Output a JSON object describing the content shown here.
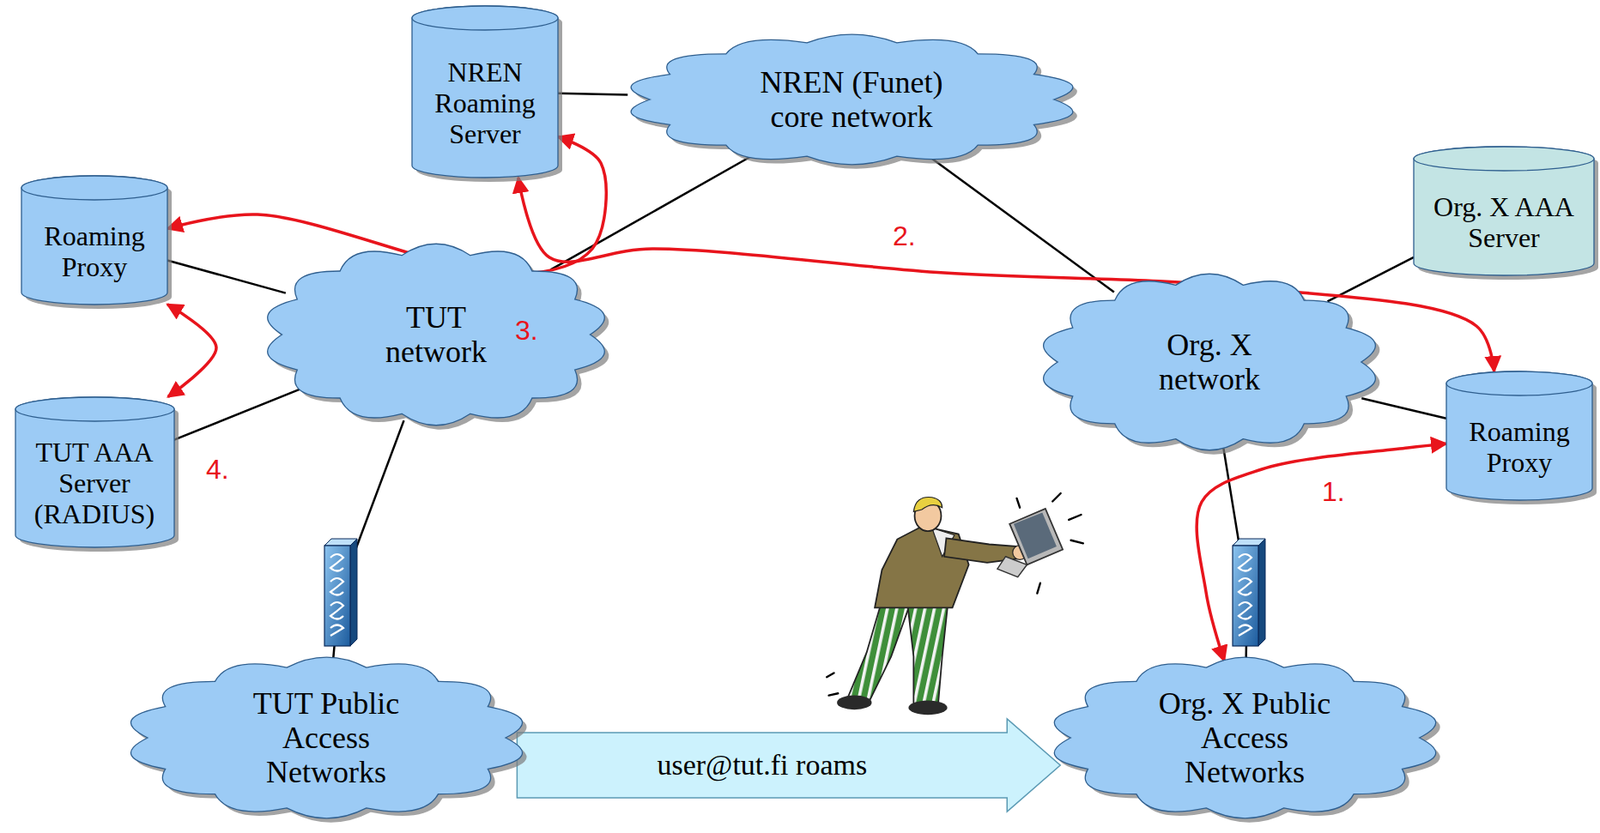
{
  "diagram": {
    "nodes": [
      {
        "text": [
          "NREN Roaming Server"
        ]
      },
      {
        "text": [
          "NREN (Funet) core network"
        ]
      },
      {
        "text": [
          "Roaming Proxy"
        ]
      },
      {
        "text": [
          "TUT network"
        ]
      },
      {
        "text": [
          "Org. X AAA Server"
        ]
      },
      {
        "text": [
          "Org. X network"
        ]
      },
      {
        "text": [
          "Roaming Proxy"
        ]
      },
      {
        "text": [
          "TUT AAA Server (RADIUS)"
        ]
      },
      {
        "text": [
          "TUT Public Access Networks"
        ]
      },
      {
        "text": [
          "Org. X Public Access Networks"
        ]
      }
    ],
    "edges": [
      {
        "from": 0,
        "to": 1,
        "arrow": "none"
      },
      {
        "from": 1,
        "to": 3,
        "arrow": "none"
      },
      {
        "from": 1,
        "to": 5,
        "arrow": "none"
      },
      {
        "from": 3,
        "to": 2,
        "arrow": "none"
      },
      {
        "from": 3,
        "to": 7,
        "arrow": "none"
      },
      {
        "from": 3,
        "to": 8,
        "arrow": "none"
      },
      {
        "from": 5,
        "to": 9,
        "arrow": "none"
      },
      {
        "from": 5,
        "to": 4,
        "arrow": "none"
      },
      {
        "from": 5,
        "to": 6,
        "arrow": "none"
      },
      {
        "from": 9,
        "to": 6,
        "arrow": "both",
        "label": "1."
      },
      {
        "from": 6,
        "to": 0,
        "arrow": "both",
        "label": "2."
      },
      {
        "from": 0,
        "to": 2,
        "arrow": "both",
        "label": "3."
      },
      {
        "from": 2,
        "to": 7,
        "arrow": "both",
        "label": "4."
      },
      {
        "from": 8,
        "to": 9,
        "arrow": "to",
        "label": "user@tut.fi roams"
      }
    ]
  }
}
